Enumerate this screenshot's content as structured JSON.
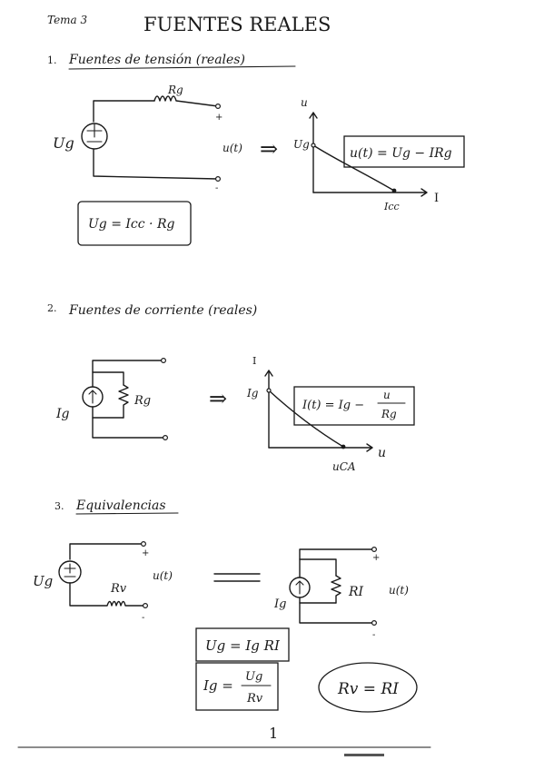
{
  "header": {
    "tema": "Tema 3",
    "title": "FUENTES REALES"
  },
  "sections": [
    {
      "number": "1.",
      "title": "Fuentes de tensión (reales)",
      "circuit": {
        "source": "Ug",
        "resistor": "Rg",
        "plus": "+",
        "minus": "-",
        "output": "u(t)"
      },
      "arrow": "⇒",
      "graph": {
        "y_axis": "u",
        "x_axis": "I",
        "y_intercept": "Ug",
        "x_intercept": "Icc"
      },
      "equation": "u(t) = Ug − IRg",
      "formula": "Ug = Icc · Rg"
    },
    {
      "number": "2.",
      "title": "Fuentes de corriente (reales)",
      "circuit": {
        "source": "Ig",
        "resistor": "Rg"
      },
      "arrow": "⇒",
      "graph": {
        "y_axis": "I",
        "x_axis": "u",
        "y_intercept": "Ig",
        "x_intercept": "uCA"
      },
      "equation": {
        "lhs": "I(t) = Ig −",
        "num": "u",
        "den": "Rg"
      }
    },
    {
      "number": "3.",
      "title": "Equivalencias",
      "left_circuit": {
        "source": "Ug",
        "resistor": "Rv",
        "plus": "+",
        "minus": "-",
        "output": "u(t)"
      },
      "equals": "=",
      "right_circuit": {
        "source": "Ig",
        "resistor": "RI",
        "plus": "+",
        "minus": "-",
        "output": "u(t)"
      },
      "formula_1": "Ug = Ig RI",
      "formula_2": {
        "lhs": "Ig =",
        "num": "Ug",
        "den": "Rv"
      },
      "formula_3": "Rv = RI"
    }
  ],
  "page_number": "1"
}
